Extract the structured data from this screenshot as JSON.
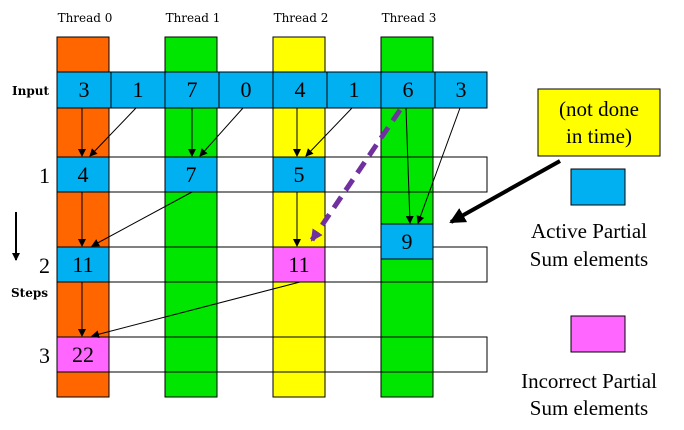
{
  "threads": [
    "Thread 0",
    "Thread 1",
    "Thread 2",
    "Thread 3"
  ],
  "row_labels": {
    "input": "Input",
    "step1": "1",
    "step2": "2",
    "step3": "3",
    "steps": "Steps"
  },
  "input_values": [
    "3",
    "1",
    "7",
    "0",
    "4",
    "1",
    "6",
    "3"
  ],
  "step1_values": [
    "4",
    "7",
    "5"
  ],
  "step2_values": [
    "11",
    "11",
    "9"
  ],
  "step3_values": [
    "22"
  ],
  "note": {
    "line1": "(not done",
    "line2": "in time)"
  },
  "legend": {
    "active_line1": "Active Partial",
    "active_line2": "Sum elements",
    "incorrect_line1": "Incorrect Partial",
    "incorrect_line2": "Sum elements"
  },
  "colors": {
    "thread0": "#ff6600",
    "thread1": "#00e600",
    "thread2": "#ffff00",
    "thread3": "#00e600",
    "active": "#00b0f0",
    "incorrect": "#ff66ff",
    "note_bg": "#ffff00",
    "late_arrow": "#7030a0"
  }
}
